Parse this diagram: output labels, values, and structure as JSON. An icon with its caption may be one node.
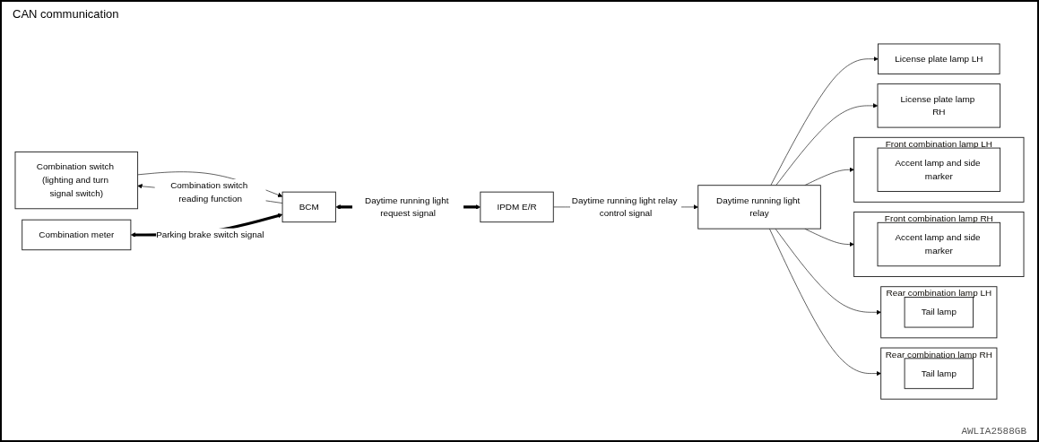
{
  "diagram": {
    "nodes": [
      {
        "text": [
          "Combination switch (lighting and turn signal switch)"
        ]
      },
      {
        "text": [
          "BCM"
        ]
      },
      {
        "text": [
          "IPDM E/R"
        ]
      },
      {
        "text": [
          "Combination meter"
        ]
      },
      {
        "text": [
          "Daytime running light relay"
        ]
      },
      {
        "text": [
          "Front combination lamp LH"
        ]
      },
      {
        "text": [
          "Accent lamp and side marker"
        ],
        "in": 5
      },
      {
        "text": [
          "Front combination lamp RH"
        ]
      },
      {
        "text": [
          "Accent lamp and side marker"
        ],
        "in": 7
      },
      {
        "text": [
          "Rear combination lamp LH"
        ]
      },
      {
        "text": [
          "Tail lamp"
        ],
        "in": 9
      },
      {
        "text": [
          "Rear combination lamp RH"
        ]
      },
      {
        "text": [
          "Tail lamp"
        ],
        "in": 11
      },
      {
        "text": [
          "License plate lamp LH"
        ]
      },
      {
        "text": [
          "License plate lamp RH"
        ]
      }
    ],
    "edges": [
      {
        "from": 1,
        "to": 0,
        "arrow": "to",
        "label": "Combination switch reading function"
      },
      {
        "from": 0,
        "to": 1,
        "arrow": "to"
      },
      {
        "from": 1,
        "to": 2,
        "arrow": "both",
        "label": "Daytime running light request signal",
        "style": "thick"
      },
      {
        "from": 3,
        "to": 1,
        "arrow": "both",
        "label": "Parking brake switch signal",
        "style": "thick"
      },
      {
        "from": 2,
        "to": 4,
        "arrow": "to",
        "label": "Daytime running light relay control signal"
      },
      {
        "from": 4,
        "to": 5,
        "arrow": "to"
      },
      {
        "from": 4,
        "to": 7,
        "arrow": "to"
      },
      {
        "from": 4,
        "to": 9,
        "arrow": "to"
      },
      {
        "from": 4,
        "to": 11,
        "arrow": "to"
      },
      {
        "from": 4,
        "to": 13,
        "arrow": "to"
      },
      {
        "from": 4,
        "to": 14,
        "arrow": "to"
      }
    ],
    "labels": [
      "CAN communication",
      "AWLIA2588GB"
    ]
  }
}
